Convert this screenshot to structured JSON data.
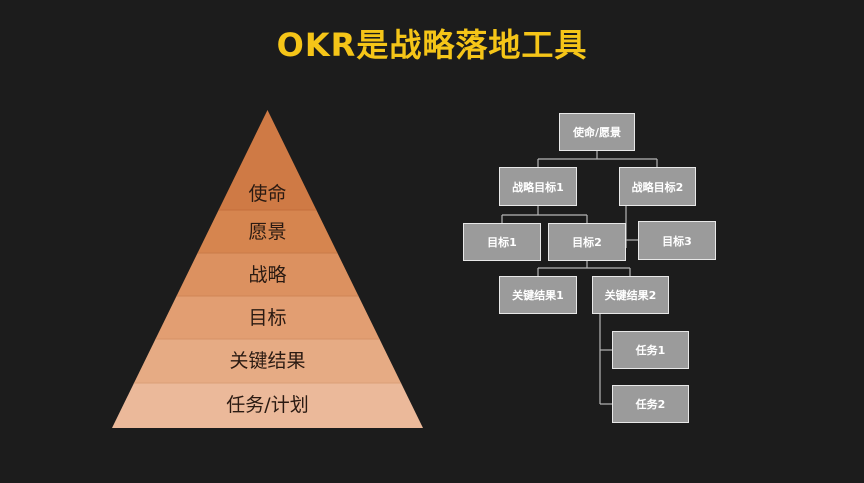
{
  "slide": {
    "title": "OKR是战略落地工具",
    "title_color": "#f5c518",
    "background": "#1c1c1c"
  },
  "pyramid": {
    "levels": [
      {
        "label": "使命",
        "color": "#cf7a45"
      },
      {
        "label": "愿景",
        "color": "#d6854f"
      },
      {
        "label": "战略",
        "color": "#dc9160"
      },
      {
        "label": "目标",
        "color": "#e29e72"
      },
      {
        "label": "关键结果",
        "color": "#e6ab84"
      },
      {
        "label": "任务/计划",
        "color": "#ebb99a"
      }
    ]
  },
  "tree": {
    "mission_vision": "使命/愿景",
    "strategy_goal_1": "战略目标1",
    "strategy_goal_2": "战略目标2",
    "goal_1": "目标1",
    "goal_2": "目标2",
    "goal_3": "目标3",
    "key_result_1": "关键结果1",
    "key_result_2": "关键结果2",
    "task_1": "任务1",
    "task_2": "任务2",
    "node_fill": "#9b9b9b",
    "node_border": "#e8e8e8",
    "line_color": "#b5b5b5"
  }
}
